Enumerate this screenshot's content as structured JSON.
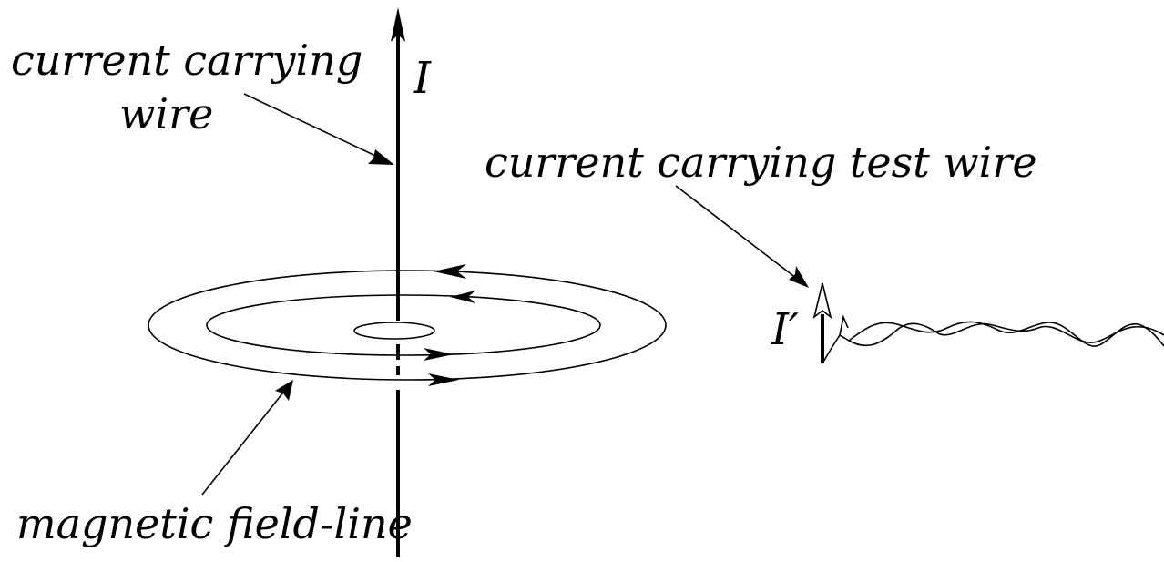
{
  "labels": {
    "wire": [
      "current carrying",
      "wire"
    ],
    "current": "I",
    "test_wire": "current carrying test wire",
    "test_current": "I′",
    "field_line": "magnetic field-line"
  },
  "icons": {
    "wire_arrow": "arrow-up-icon",
    "test_current_arrow": "hollow-arrow-up-icon",
    "field_direction_arrows": "arrowhead-icon"
  }
}
